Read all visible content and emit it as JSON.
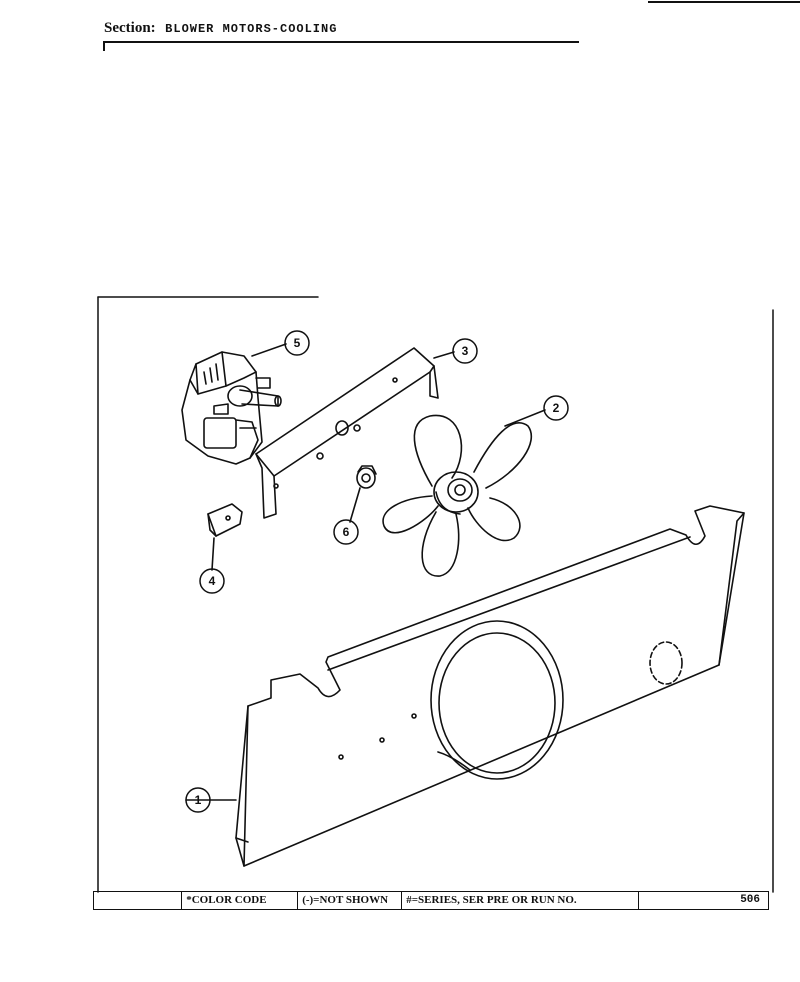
{
  "header": {
    "section_label": "Section:",
    "section_value": "BLOWER MOTORS-COOLING"
  },
  "callouts": {
    "c1": "1",
    "c2": "2",
    "c3": "3",
    "c4": "4",
    "c5": "5",
    "c6": "6"
  },
  "footer": {
    "color_code": "*COLOR CODE",
    "not_shown": "(-)=NOT SHOWN",
    "series": "#=SERIES, SER PRE OR RUN NO.",
    "page_number": "506"
  }
}
